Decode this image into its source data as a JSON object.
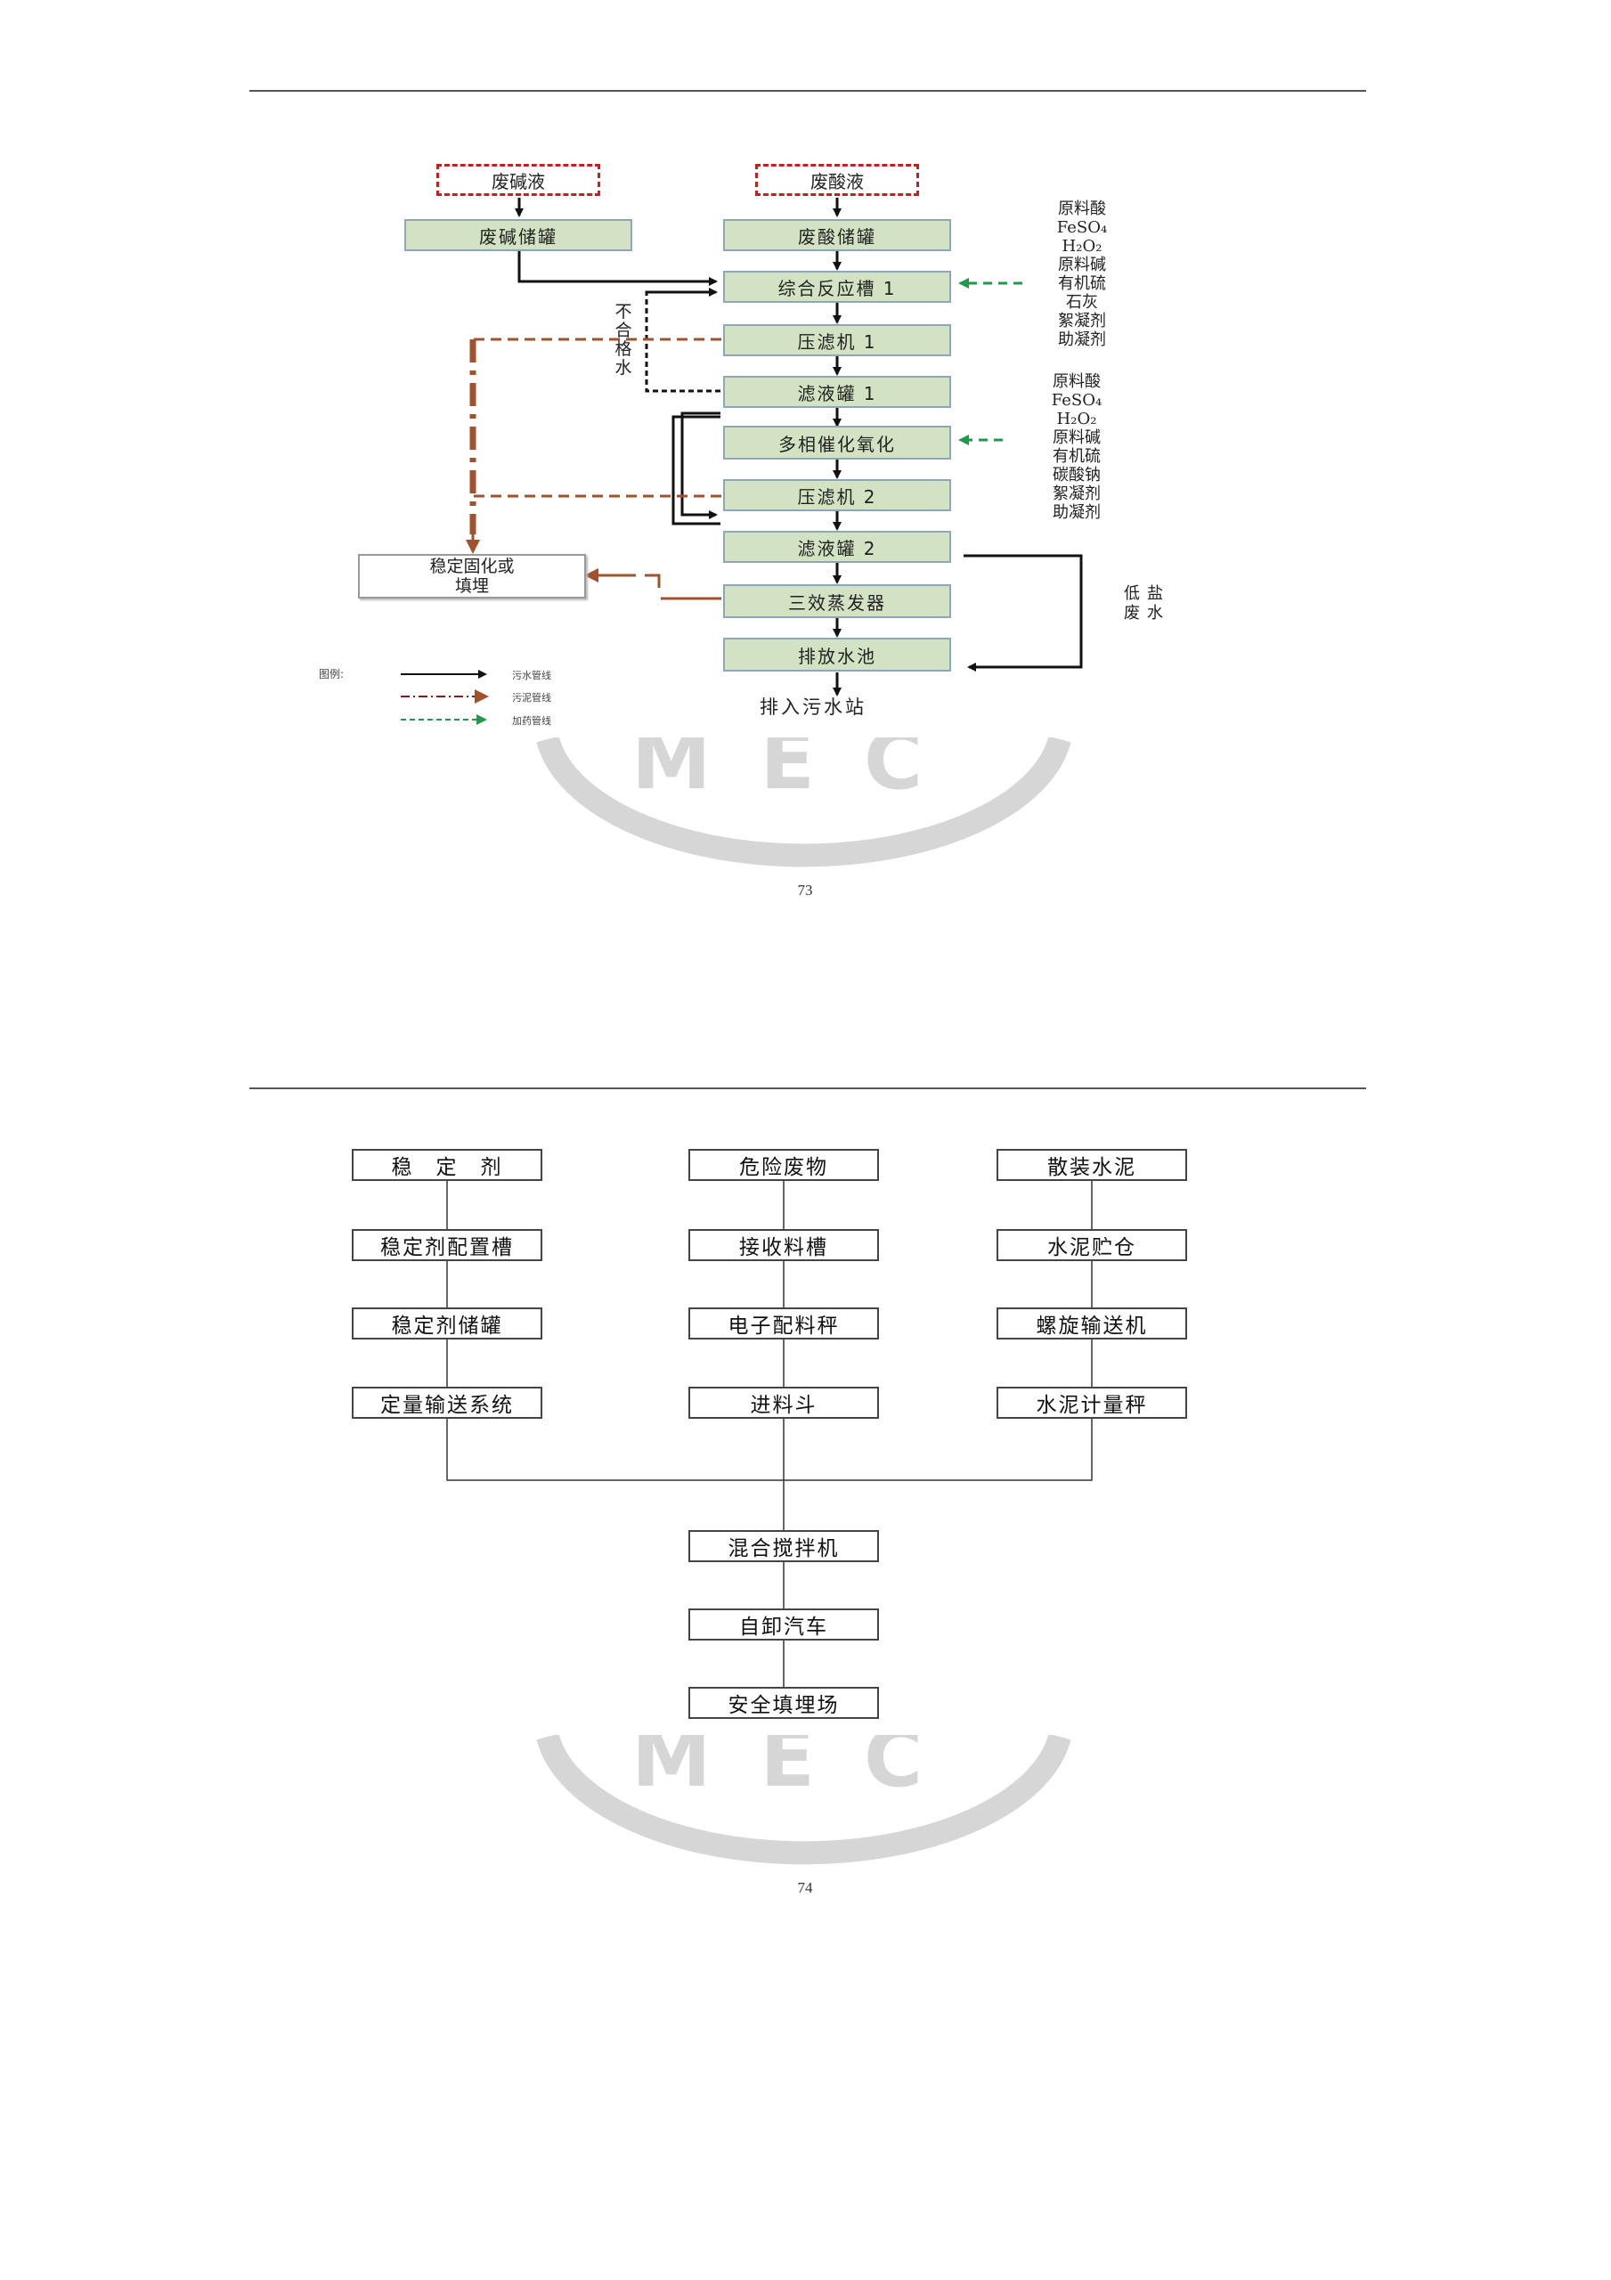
{
  "page1": {
    "page_number": "73",
    "boxes": {
      "waste_alkali": "废碱液",
      "waste_acid": "废酸液",
      "alkali_tank": "废碱储罐",
      "acid_tank": "废酸储罐",
      "reaction_tank": "综合反应槽 1",
      "filter_press_1": "压滤机 1",
      "filtrate_tank_1": "滤液罐 1",
      "catalytic_oxidation": "多相催化氧化",
      "filter_press_2": "压滤机 2",
      "filtrate_tank_2": "滤液罐 2",
      "evaporator": "三效蒸发器",
      "discharge_pool": "排放水池",
      "stabilization_l1": "稳定固化或",
      "stabilization_l2": "填埋"
    },
    "to_sewage_plant": "排入污水站",
    "unqualified_water": [
      "不",
      "合",
      "格",
      "水"
    ],
    "low_salt_water": [
      "低",
      "盐",
      "废",
      "水"
    ],
    "chemicals_1": [
      "原料酸",
      "FeSO₄",
      "H₂O₂",
      "原料碱",
      "有机硫",
      "石灰",
      "絮凝剂",
      "助凝剂"
    ],
    "chemicals_2": [
      "原料酸",
      "FeSO₄",
      "H₂O₂",
      "原料碱",
      "有机硫",
      "碳酸钠",
      "絮凝剂",
      "助凝剂"
    ],
    "legend": {
      "title": "图例:",
      "items": [
        "污水管线",
        "污泥管线",
        "加药管线"
      ]
    },
    "colors": {
      "box_fill": "#d3e2c3",
      "sludge": "#8b4513",
      "dosing": "#1f9a4a",
      "raw_border": "#c32020"
    }
  },
  "page2": {
    "page_number": "74",
    "col1": [
      "稳　定　剂",
      "稳定剂配置槽",
      "稳定剂储罐",
      "定量输送系统"
    ],
    "col2": [
      "危险废物",
      "接收料槽",
      "电子配料秤",
      "进料斗"
    ],
    "col3": [
      "散装水泥",
      "水泥贮仓",
      "螺旋输送机",
      "水泥计量秤"
    ],
    "bottom": [
      "混合搅拌机",
      "自卸汽车",
      "安全填埋场"
    ]
  }
}
